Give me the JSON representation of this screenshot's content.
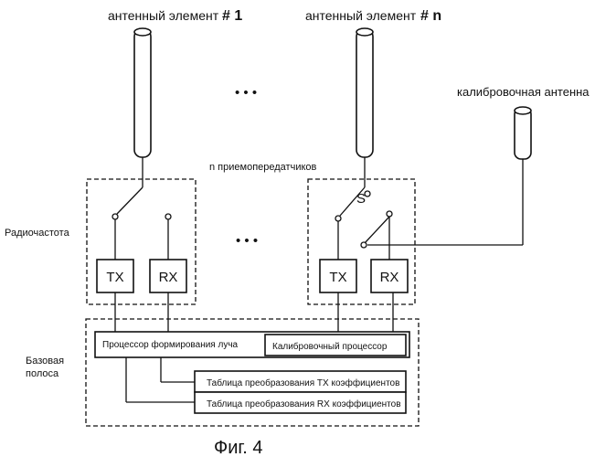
{
  "labels": {
    "antenna_1": "антенный элемент",
    "antenna_1_num": "# 1",
    "antenna_n": "антенный элемент",
    "antenna_n_num": "# n",
    "calibration_antenna": "калибровочная антенна",
    "transceivers": "n   приемопередатчиков",
    "radio_frequency": "Радиочастота",
    "baseband_line1": "Базовая",
    "baseband_line2": "полоса",
    "switch_label": "S",
    "ellipsis_top": "• • •",
    "ellipsis_mid": "• • •",
    "figure_caption": "Фиг. 4"
  },
  "blocks": {
    "tx": "TX",
    "rx": "RX",
    "beam_processor": "Процессор формирования луча",
    "calibration_processor": "Калибровочный процессор",
    "tx_table": "Таблица преобразования TX коэффициентов",
    "rx_table": "Таблица преобразования RX коэффициентов"
  }
}
